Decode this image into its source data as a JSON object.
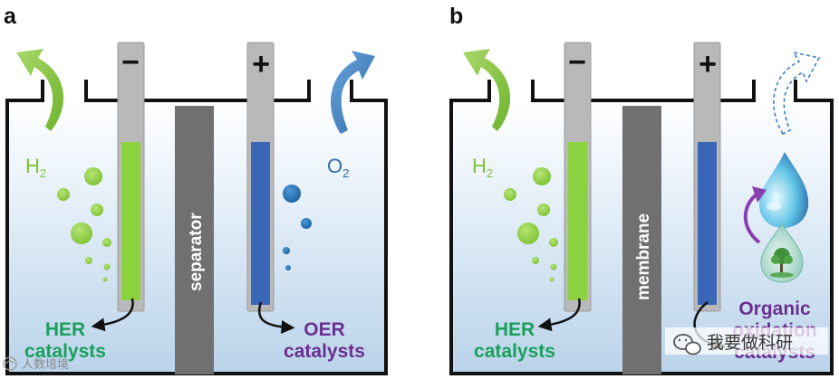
{
  "panels": [
    {
      "letter": "a",
      "cathode_sign": "−",
      "anode_sign": "+",
      "cathode_gas": {
        "base": "H",
        "sub": "2"
      },
      "anode_gas": {
        "base": "O",
        "sub": "2"
      },
      "divider_label": "separator",
      "cathode_catalyst": [
        "HER",
        "catalysts"
      ],
      "anode_catalyst": [
        "OER",
        "catalysts"
      ]
    },
    {
      "letter": "b",
      "cathode_sign": "−",
      "anode_sign": "+",
      "cathode_gas": {
        "base": "H",
        "sub": "2"
      },
      "divider_label": "membrane",
      "cathode_catalyst": [
        "HER",
        "catalysts"
      ],
      "anode_catalyst": [
        "Organic",
        "oxidation",
        "catalysts"
      ]
    }
  ],
  "watermarks": {
    "right": "我要做科研",
    "left": "人数培境"
  },
  "colors": {
    "her_green": "#8cd13f",
    "oer_blue": "#3a66b8",
    "divider_gray": "#707070",
    "electrode_gray": "#b9b9b9",
    "label_green": "#1aa05a",
    "label_purple": "#6b2f90",
    "arrow_blue": "#3e7fc1"
  }
}
